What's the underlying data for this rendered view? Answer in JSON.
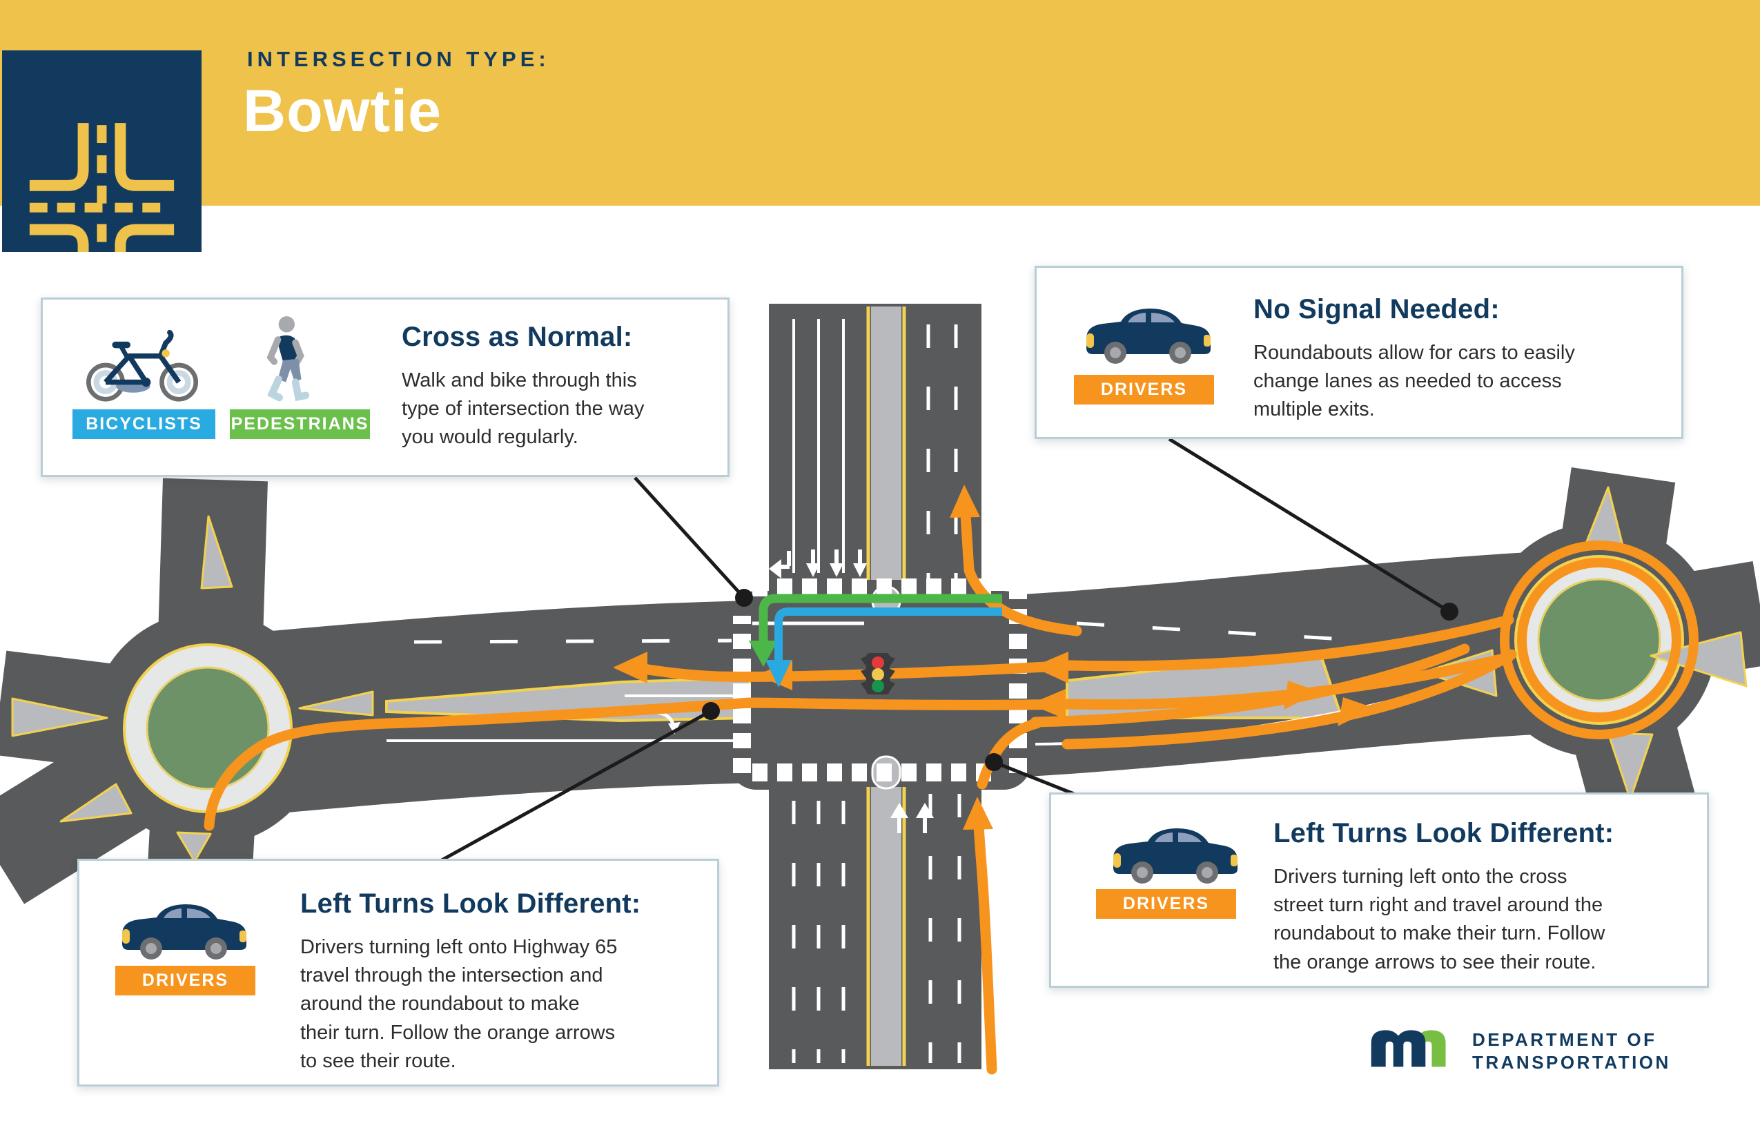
{
  "header": {
    "kicker": "INTERSECTION TYPE:",
    "title": "Bowtie"
  },
  "callouts": [
    {
      "id": "cross-as-normal",
      "heading": "Cross as Normal:",
      "body": "Walk and bike through this\ntype of intersection the way\nyou would regularly.",
      "badges": [
        {
          "label": "BICYCLISTS"
        },
        {
          "label": "PEDESTRIANS"
        }
      ]
    },
    {
      "id": "no-signal-needed",
      "heading": "No Signal Needed:",
      "body": "Roundabouts allow for cars to easily\nchange lanes as needed to access\nmultiple exits.",
      "badges": [
        {
          "label": "DRIVERS"
        }
      ]
    },
    {
      "id": "left-turns-highway",
      "heading": "Left Turns Look Different:",
      "body": "Drivers turning left onto Highway 65\ntravel through the intersection and\naround the roundabout to make\ntheir turn. Follow the orange arrows\nto see their route.",
      "badges": [
        {
          "label": "DRIVERS"
        }
      ]
    },
    {
      "id": "left-turns-cross-street",
      "heading": "Left Turns Look Different:",
      "body": "Drivers turning left onto the cross\nstreet turn right and travel around the\nroundabout to make their turn. Follow\nthe orange arrows to see their route.",
      "badges": [
        {
          "label": "DRIVERS"
        }
      ]
    }
  ],
  "footer": {
    "line1": "DEPARTMENT OF",
    "line2": "TRANSPORTATION"
  },
  "colors": {
    "navy": "#113A5E",
    "banner_yellow": "#EFC24B",
    "road_gray": "#595A5C",
    "median_gray": "#B9BABD",
    "apron_gray": "#E6E7E7",
    "island_green": "#6E9267",
    "line_yellow": "#F2D24E",
    "route_orange": "#F7941E",
    "route_green": "#4CB648",
    "route_blue": "#29A9E0",
    "badge_cyan": "#29AAE1",
    "badge_green": "#6BBF4B",
    "badge_orange": "#F7941E",
    "box_border": "#B9CED6",
    "body_text": "#2E2D2C",
    "logo_green": "#78BE43",
    "signal_red": "#E23B3B",
    "signal_yellow": "#F1C84F",
    "signal_green": "#17934D"
  }
}
